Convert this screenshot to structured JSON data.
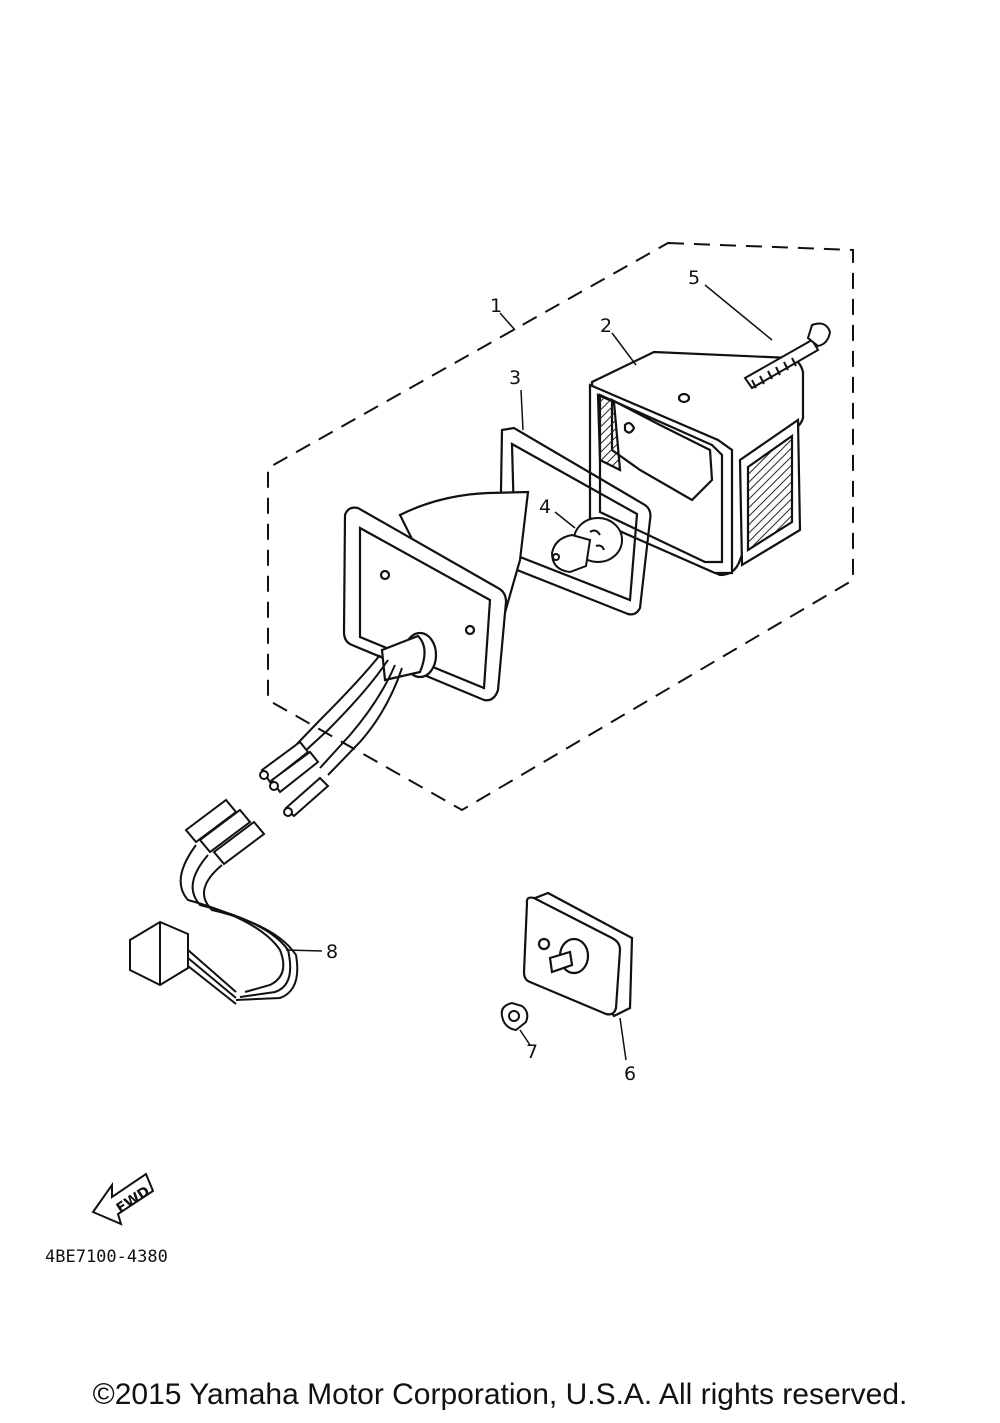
{
  "callouts": {
    "c1": "1",
    "c2": "2",
    "c3": "3",
    "c4": "4",
    "c5": "5",
    "c6": "6",
    "c7": "7",
    "c8": "8"
  },
  "fwd_label": "FWD",
  "diagram_code": "4BE7100-4380",
  "copyright": "©2015 Yamaha Motor Corporation, U.S.A. All rights reserved."
}
